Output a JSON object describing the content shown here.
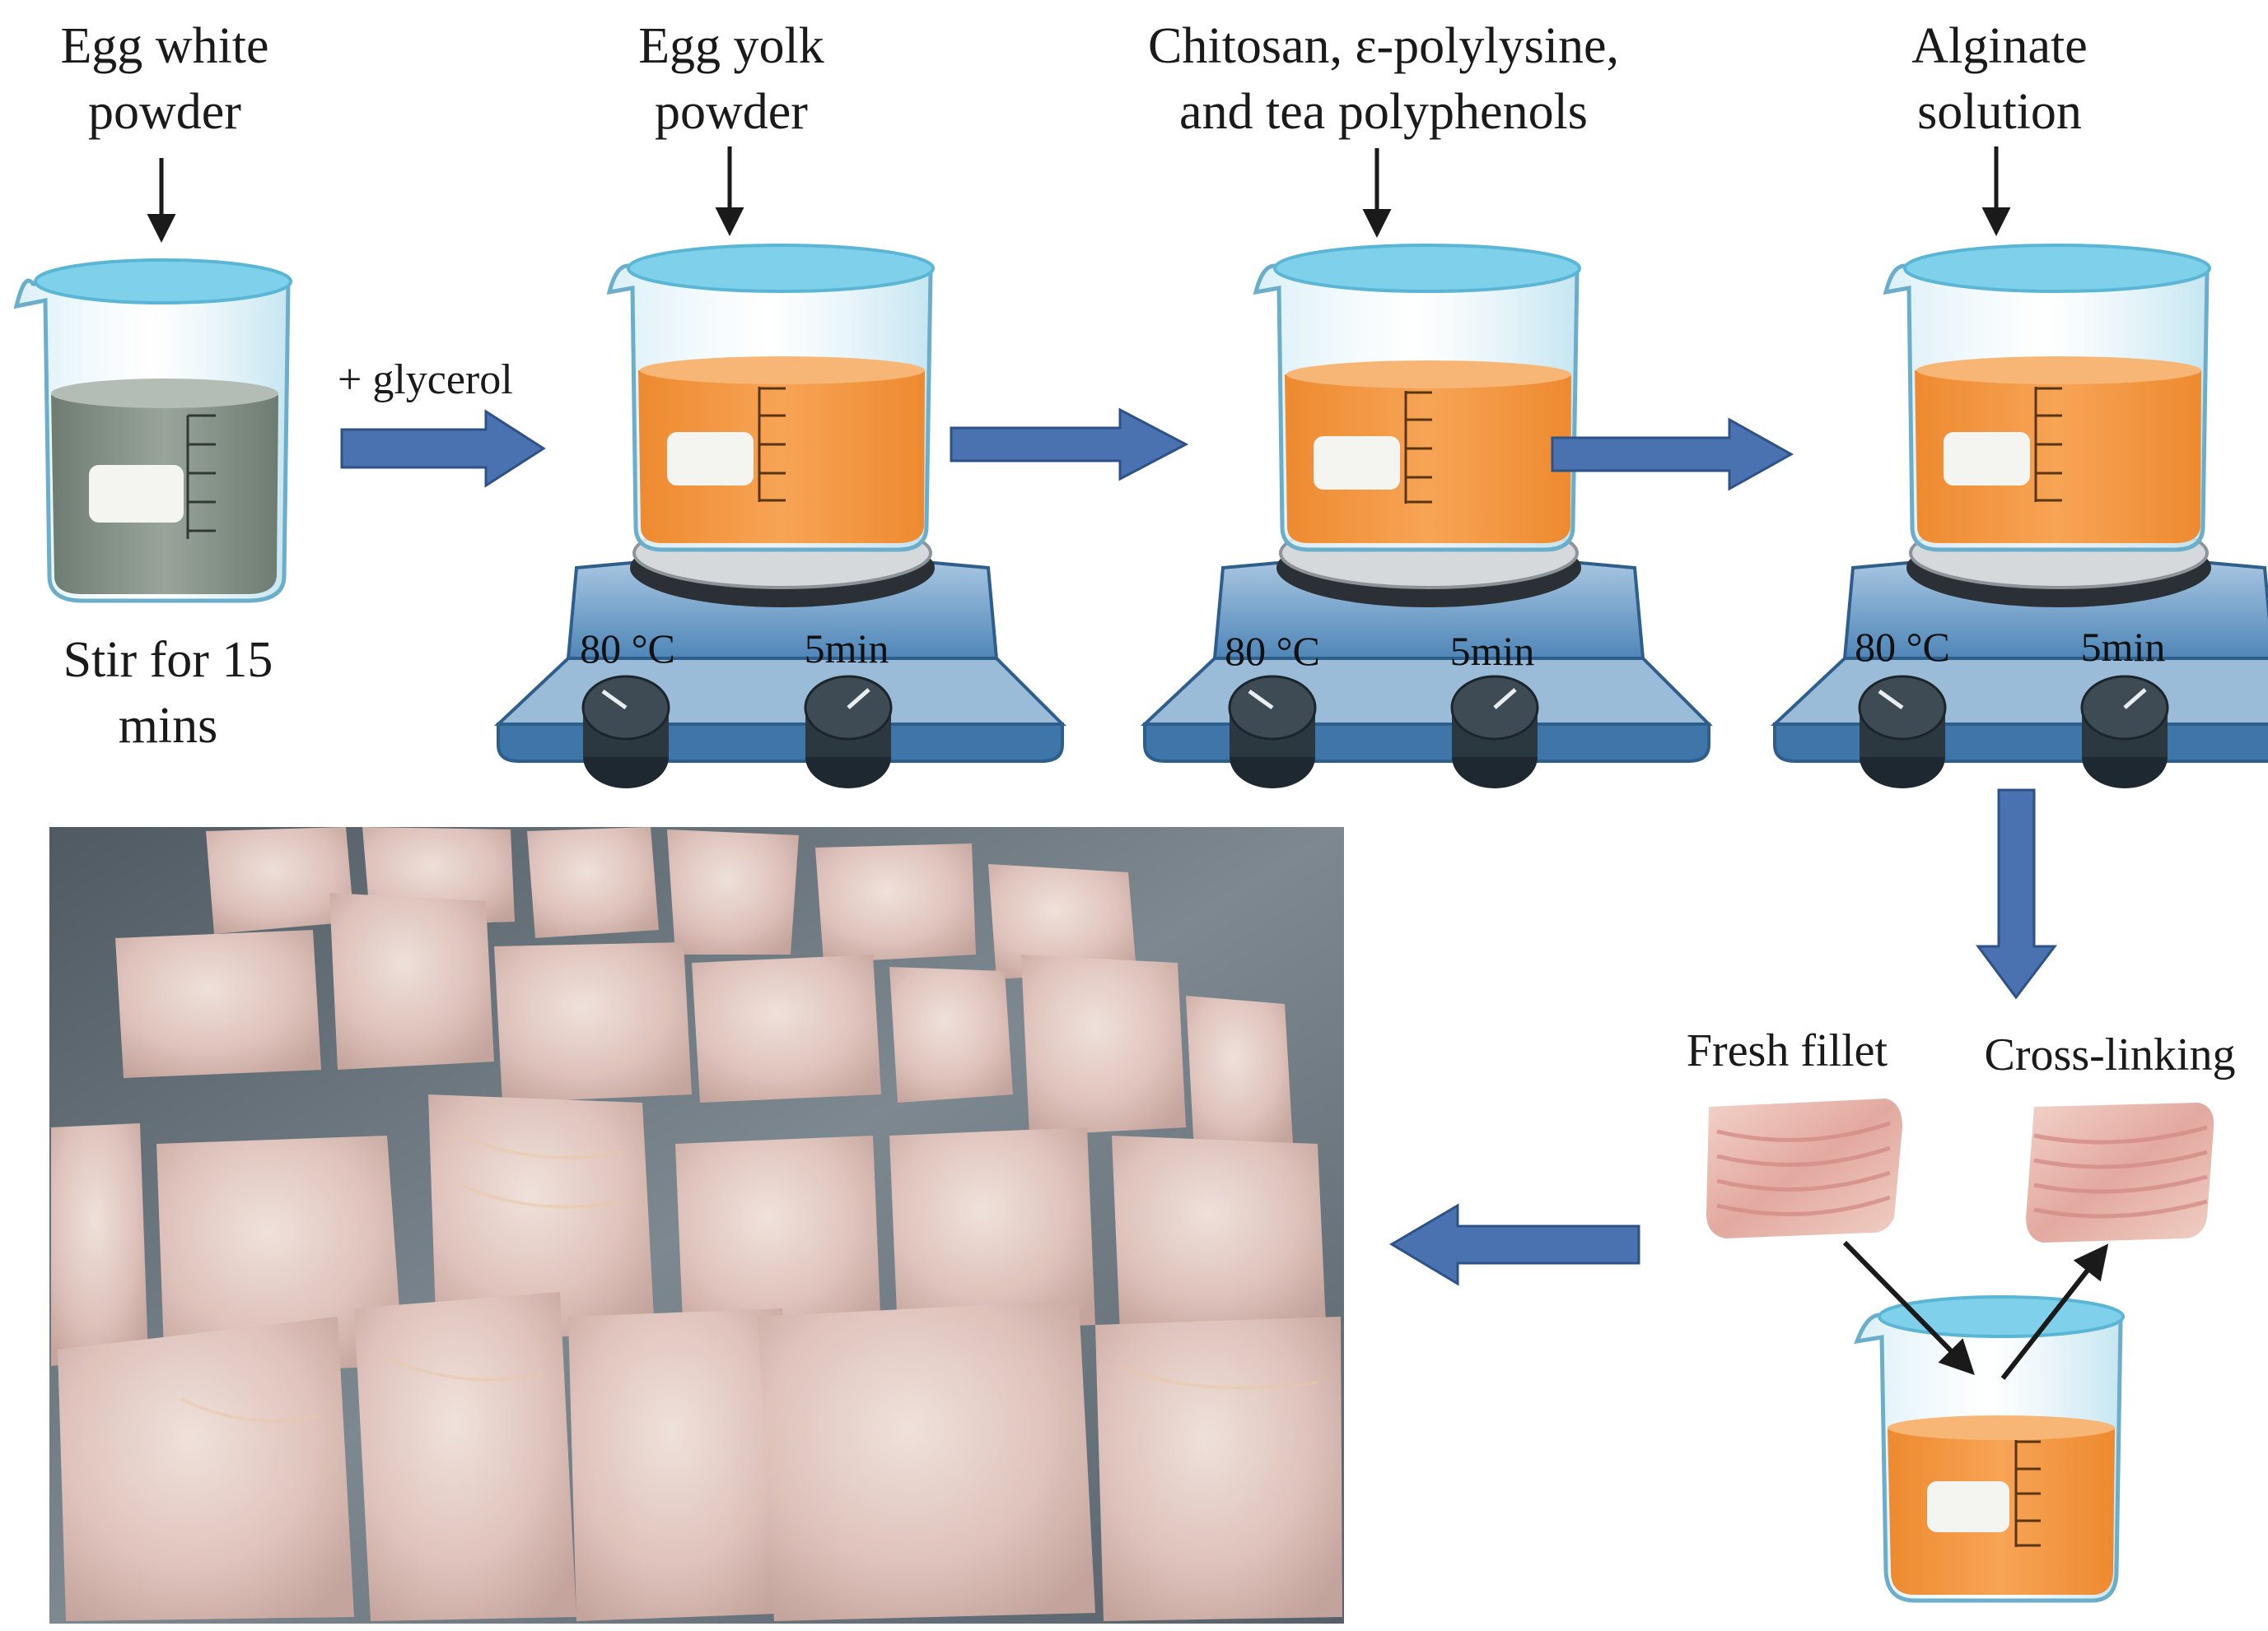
{
  "labels": {
    "egg_white": [
      "Egg white",
      "powder"
    ],
    "stir": [
      "Stir for 15",
      "mins"
    ],
    "glycerol": "+ glycerol",
    "egg_yolk": [
      "Egg yolk",
      "powder"
    ],
    "additives": [
      "Chitosan, ε-polylysine,",
      "and tea polyphenols"
    ],
    "alginate": [
      "Alginate",
      "solution"
    ],
    "fresh_fillet": "Fresh fillet",
    "cross_linking": "Cross-linking"
  },
  "hotplates": [
    {
      "temp": "80 °C",
      "time": "5min"
    },
    {
      "temp": "80 °C",
      "time": "5min"
    },
    {
      "temp": "80 °C",
      "time": "5min"
    }
  ],
  "colors": {
    "arrow_blue": "#4a72b0",
    "arrow_blue_dark": "#2e5288",
    "egg_white_liquid": "#8f9a91",
    "yolk_liquid": "#f39a45",
    "glass_rim": "#7fd0ea",
    "hotplate_body": "#5a8fbf",
    "knob": "#2c3840"
  }
}
